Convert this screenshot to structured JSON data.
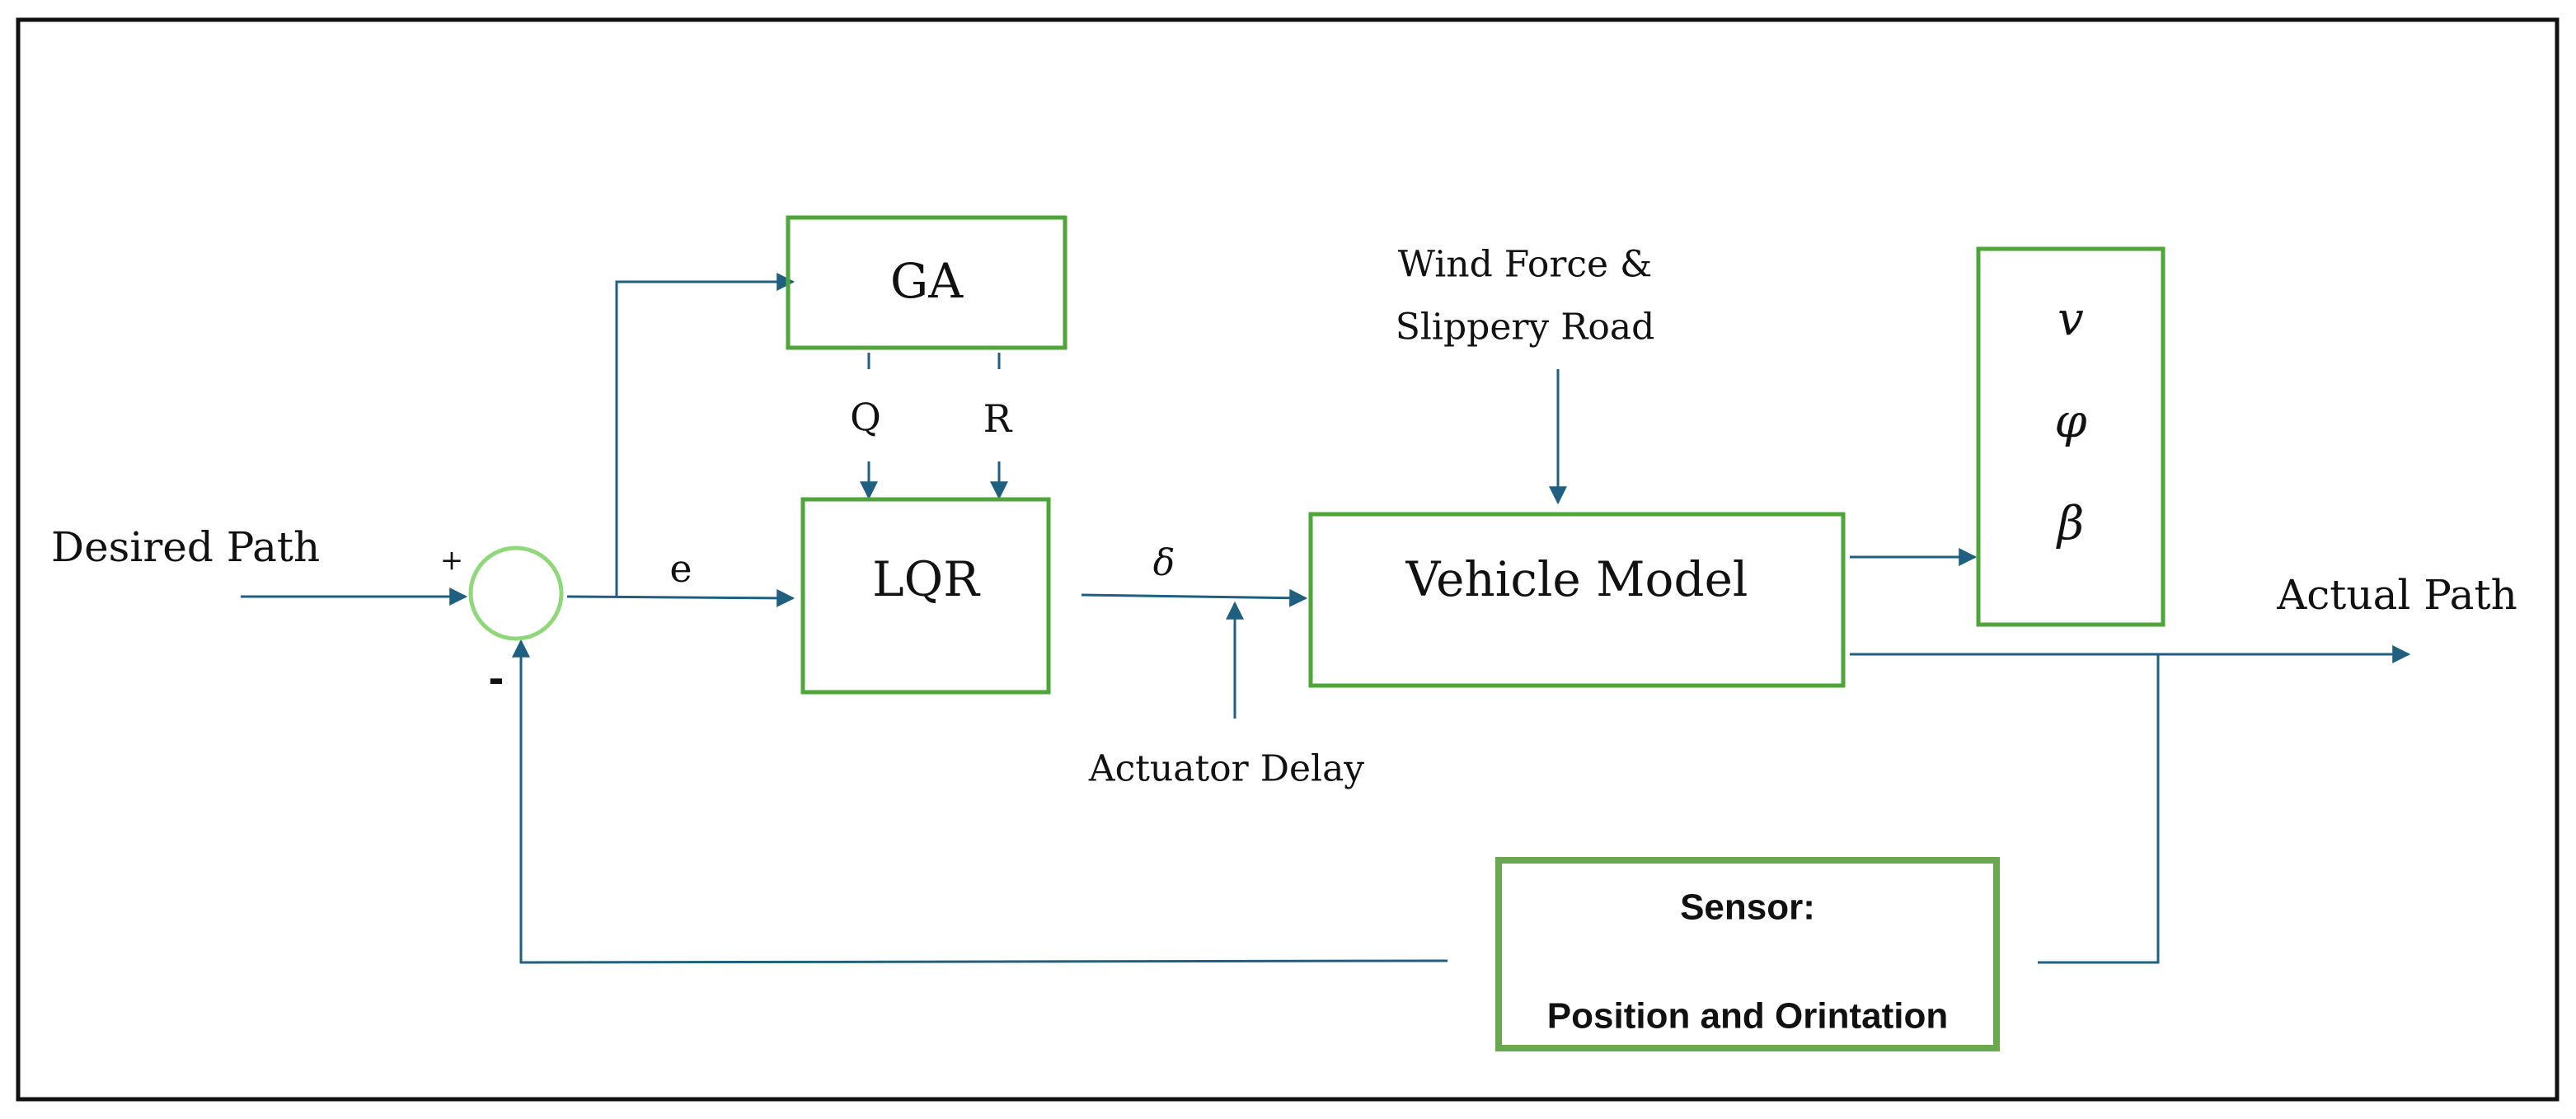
{
  "colors": {
    "block_border": "#4ea638",
    "sum_border": "#8ed87a",
    "sensor_border": "#6aa84f",
    "line": "#1f6080",
    "frame": "#111111",
    "text": "#111111"
  },
  "blocks": {
    "ga": "GA",
    "lqr": "LQR",
    "vehicle_model": "Vehicle Model",
    "sensor_line1": "Sensor:",
    "sensor_line2": "Position and Orintation"
  },
  "states": [
    "v",
    "φ",
    "β"
  ],
  "signals": {
    "desired_path": "Desired Path",
    "plus": "+",
    "minus": "-",
    "error": "e",
    "q": "Q",
    "r": "R",
    "delta": "δ",
    "disturbance_line1": "Wind Force &",
    "disturbance_line2": "Slippery Road",
    "actuator_delay": "Actuator Delay",
    "actual_path": "Actual Path"
  }
}
